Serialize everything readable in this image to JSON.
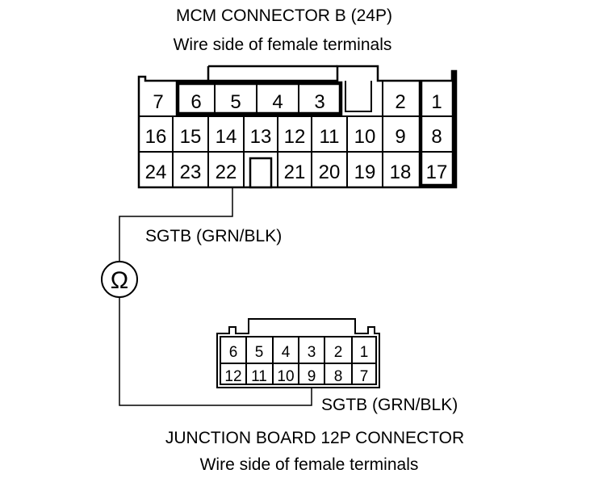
{
  "mcm": {
    "title": "MCM CONNECTOR B (24P)",
    "subtitle": "Wire side of female terminals",
    "row1": [
      "7",
      "6",
      "5",
      "4",
      "3",
      "2",
      "1"
    ],
    "row2": [
      "16",
      "15",
      "14",
      "13",
      "12",
      "11",
      "10",
      "9",
      "8"
    ],
    "row3": [
      "24",
      "23",
      "22",
      "21",
      "20",
      "19",
      "18",
      "17"
    ]
  },
  "wire_top": {
    "label": "SGTB (GRN/BLK)"
  },
  "meter": {
    "symbol": "Ω"
  },
  "wire_bottom": {
    "label": "SGTB (GRN/BLK)"
  },
  "junction": {
    "row1": [
      "6",
      "5",
      "4",
      "3",
      "2",
      "1"
    ],
    "row2": [
      "12",
      "11",
      "10",
      "9",
      "8",
      "7"
    ],
    "title": "JUNCTION BOARD 12P CONNECTOR",
    "subtitle": "Wire side of female terminals"
  }
}
